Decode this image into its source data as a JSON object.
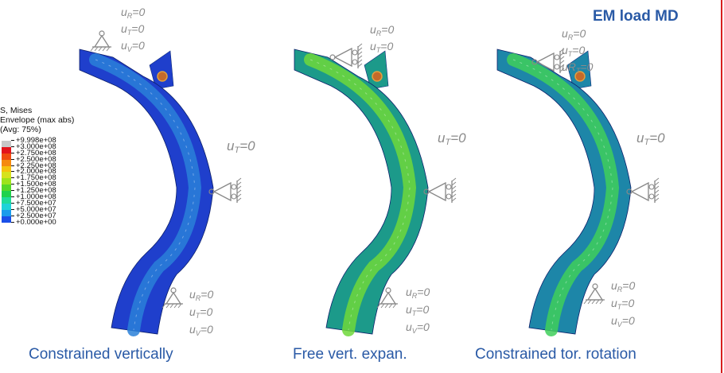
{
  "header": {
    "title": "EM load MD"
  },
  "legend": {
    "title_lines": [
      "S, Mises",
      "Envelope (max abs)",
      "(Avg: 75%)"
    ],
    "levels": [
      {
        "value": "+9.998e+08",
        "color": "#c8c8c8"
      },
      {
        "value": "+3.000e+08",
        "color": "#e3141c"
      },
      {
        "value": "+2.750e+08",
        "color": "#f04c10"
      },
      {
        "value": "+2.500e+08",
        "color": "#f58a0e"
      },
      {
        "value": "+2.250e+08",
        "color": "#f5c20e"
      },
      {
        "value": "+2.000e+08",
        "color": "#d6e21e"
      },
      {
        "value": "+1.750e+08",
        "color": "#9ee31c"
      },
      {
        "value": "+1.500e+08",
        "color": "#56d828"
      },
      {
        "value": "+1.250e+08",
        "color": "#1fd24c"
      },
      {
        "value": "+1.000e+08",
        "color": "#1fdc9a"
      },
      {
        "value": "+7.500e+07",
        "color": "#1ed3d8"
      },
      {
        "value": "+5.000e+07",
        "color": "#1a9cec"
      },
      {
        "value": "+2.500e+07",
        "color": "#1a4fe8"
      },
      {
        "value": "+0.000e+00",
        "color": "#1a24cc"
      }
    ]
  },
  "panels": [
    {
      "caption": "Constrained vertically",
      "body_color": "#1f3fcc",
      "mid_color": "#2a80d8",
      "top_bc": [
        {
          "sym": "u",
          "sub": "R",
          "rest": "=0"
        },
        {
          "sym": "u",
          "sub": "T",
          "rest": "=0"
        },
        {
          "sym": "u",
          "sub": "V",
          "rest": "=0"
        }
      ],
      "side_bc": {
        "sym": "u",
        "sub": "T",
        "rest": "=0"
      },
      "bottom_bc": [
        {
          "sym": "u",
          "sub": "R",
          "rest": "=0"
        },
        {
          "sym": "u",
          "sub": "T",
          "rest": "=0"
        },
        {
          "sym": "u",
          "sub": "V",
          "rest": "=0"
        }
      ]
    },
    {
      "caption": "Free vert. expan.",
      "body_color": "#1c9a8a",
      "mid_color": "#6fd83a",
      "top_bc": [
        {
          "sym": "u",
          "sub": "R",
          "rest": "=0"
        },
        {
          "sym": "u",
          "sub": "T",
          "rest": "=0"
        }
      ],
      "side_bc": {
        "sym": "u",
        "sub": "T",
        "rest": "=0"
      },
      "bottom_bc": [
        {
          "sym": "u",
          "sub": "R",
          "rest": "=0"
        },
        {
          "sym": "u",
          "sub": "T",
          "rest": "=0"
        },
        {
          "sym": "u",
          "sub": "V",
          "rest": "=0"
        }
      ]
    },
    {
      "caption": "Constrained tor. rotation",
      "body_color": "#1d86a8",
      "mid_color": "#3fcf5a",
      "top_bc": [
        {
          "sym": "u",
          "sub": "R",
          "rest": "=0"
        },
        {
          "sym": "u",
          "sub": "T",
          "rest": "=0"
        },
        {
          "sym": "uR",
          "sub": "T",
          "rest": "=0"
        }
      ],
      "side_bc": {
        "sym": "u",
        "sub": "T",
        "rest": "=0"
      },
      "bottom_bc": [
        {
          "sym": "u",
          "sub": "R",
          "rest": "=0"
        },
        {
          "sym": "u",
          "sub": "T",
          "rest": "=0"
        },
        {
          "sym": "u",
          "sub": "V",
          "rest": "=0"
        }
      ]
    }
  ]
}
